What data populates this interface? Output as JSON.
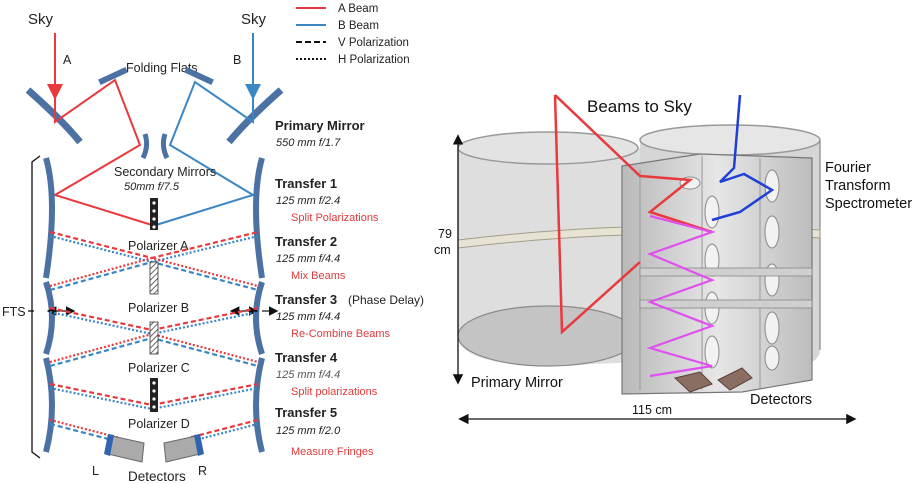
{
  "colors": {
    "a_beam": "#e8393d",
    "b_beam": "#3b86c4",
    "mirror": "#4c72a4",
    "purple": "#e050f0",
    "red_text": "#e03a3a"
  },
  "left": {
    "sky_left": "Sky",
    "sky_right": "Sky",
    "beam_a": "A",
    "beam_b": "B",
    "folding_flats": "Folding Flats",
    "secondary_title": "Secondary Mirrors",
    "secondary_spec": "50mm  f/7.5",
    "fts": "FTS",
    "polarizer_a": "Polarizer A",
    "polarizer_b": "Polarizer B",
    "polarizer_c": "Polarizer C",
    "polarizer_d": "Polarizer D",
    "detectors": "Detectors",
    "det_l": "L",
    "det_r": "R",
    "legend": [
      {
        "label": "A Beam",
        "style": "a-beam"
      },
      {
        "label": "B Beam",
        "style": "b-beam"
      },
      {
        "label": "V Polarization",
        "style": "dashed"
      },
      {
        "label": "H Polarization",
        "style": "dotted"
      }
    ],
    "stages": [
      {
        "title": "Primary Mirror",
        "spec": "550 mm f/1.7",
        "note": ""
      },
      {
        "title": "Transfer 1",
        "spec": "125 mm f/2.4",
        "note": "Split Polarizations"
      },
      {
        "title": "Transfer 2",
        "spec": "125 mm f/4.4",
        "note": "Mix Beams"
      },
      {
        "title": "Transfer 3",
        "title_suffix": "(Phase Delay)",
        "spec": "125 mm f/4.4",
        "note": "Re-Combine Beams"
      },
      {
        "title": "Transfer 4",
        "spec": "125 mm f/4.4",
        "note": "Split polarizations"
      },
      {
        "title": "Transfer 5",
        "spec": "125 mm f/2.0",
        "note": "Measure Fringes"
      }
    ]
  },
  "right": {
    "beams_to_sky": "Beams to Sky",
    "fts_lines": [
      "Fourier",
      "Transform",
      "Spectrometer"
    ],
    "height_value": "79",
    "height_unit": "cm",
    "width": "115 cm",
    "primary_mirror": "Primary Mirror",
    "detectors": "Detectors"
  }
}
